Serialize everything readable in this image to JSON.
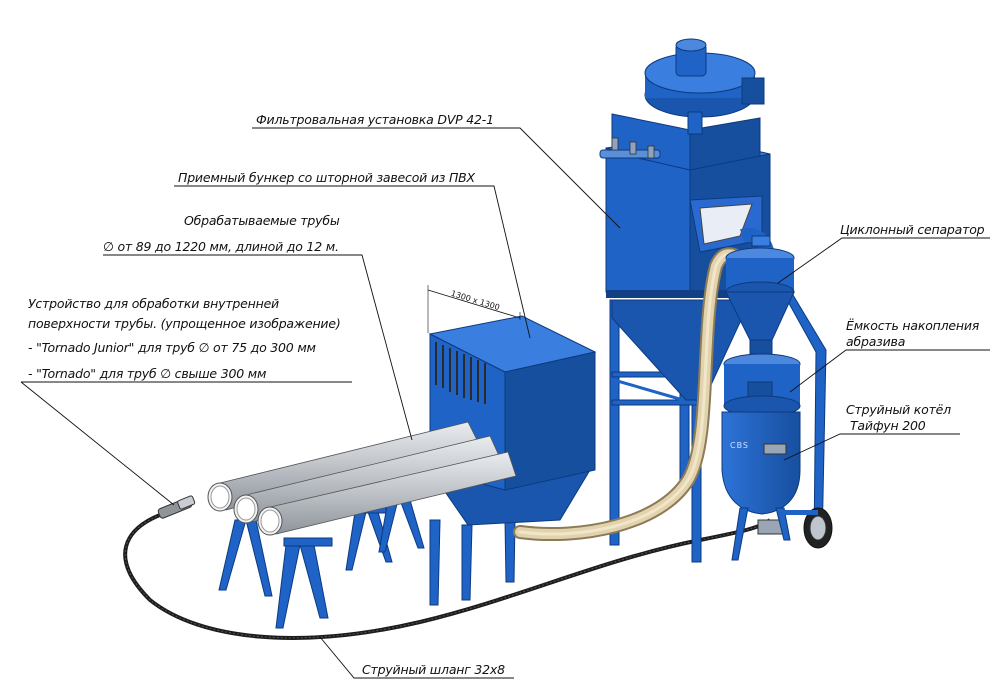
{
  "labels": {
    "filter_unit": "Фильтровальная установка DVP 42-1",
    "receiving_hopper": "Приемный бункер со шторной завесой из ПВХ",
    "pipes_title": "Обрабатываемые трубы",
    "pipes_range": "∅ от 89 до 1220 мм, длиной до 12 м.",
    "device_line1": "Устройство для обработки внутренней",
    "device_line2": "поверхности трубы. (упрощенное изображение)",
    "device_line3": "- \"Tornado Junior\" для труб ∅ от 75 до 300 мм",
    "device_line4": "- \"Tornado\" для труб ∅ свыше 300 мм",
    "cyclone": "Циклонный сепаратор",
    "tank_line1": "Ёмкость накопления",
    "tank_line2": "абразива",
    "blast_pot_line1": "Струйный котёл",
    "blast_pot_line2": "Тайфун 200",
    "hose": "Струйный шланг 32х8",
    "hopper_dim": "1300 х 1300",
    "brand_mark": "CBS"
  },
  "colors": {
    "equipment_blue": "#1f63c6",
    "equipment_dark": "#123f86",
    "equipment_light": "#4c88dd",
    "pipe_grey": "#b9bdc2",
    "hose_tan": "#d7c49a",
    "leader_line": "#111111"
  }
}
